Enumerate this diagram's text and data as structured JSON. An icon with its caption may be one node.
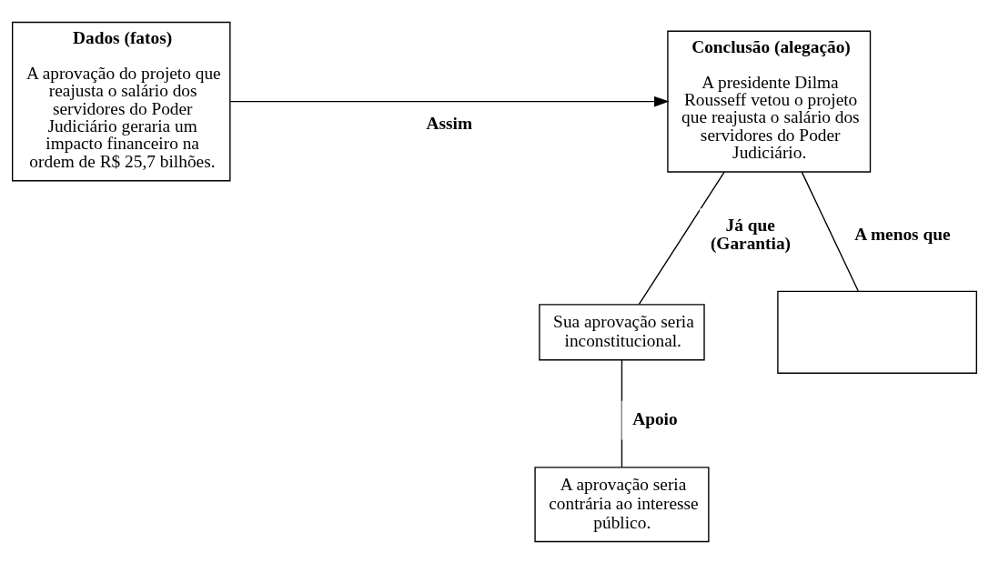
{
  "diagram": {
    "nodes": [
      {
        "text": [
          "Dados (fatos)",
          "A aprovação do projeto que reajusta o salário dos servidores do Poder Judiciário geraria um impacto financeiro na ordem de R$ 25,7 bilhões."
        ]
      },
      {
        "text": [
          "Conclusão (alegação)",
          "A presidente Dilma Rousseff vetou o projeto que reajusta o salário dos servidores do Poder Judiciário."
        ]
      },
      {
        "text": [
          "Sua aprovação seria inconstitucional."
        ]
      },
      {
        "text": [],
        "shape": "box"
      },
      {
        "text": [
          "A aprovação seria contrária ao interesse público."
        ]
      }
    ],
    "edges": [
      {
        "from": 0,
        "to": 1,
        "arrow": "to",
        "label": "Assim"
      },
      {
        "from": 2,
        "to": 1,
        "arrow": "none",
        "label": "Já que (Garantia)"
      },
      {
        "from": 3,
        "to": 1,
        "arrow": "none",
        "label": "A menos que"
      },
      {
        "from": 4,
        "to": 2,
        "arrow": "none",
        "label": "Apoio"
      }
    ]
  }
}
